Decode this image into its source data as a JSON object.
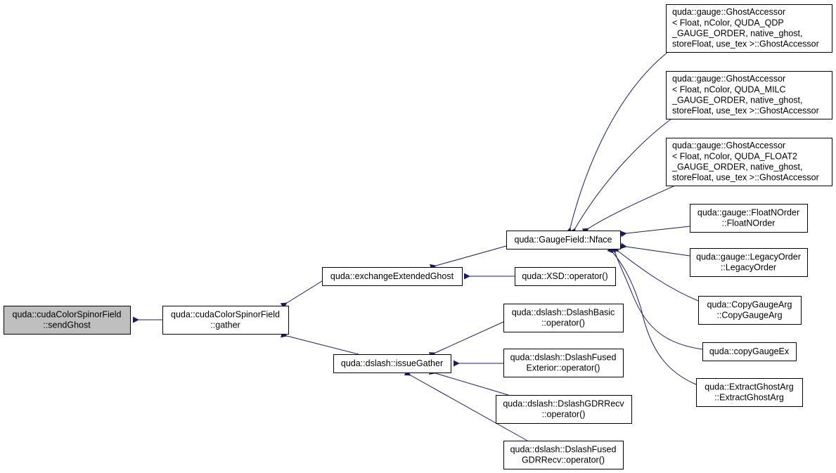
{
  "colors": {
    "edge": "#191970",
    "node_border": "#000000",
    "node_fill": "#ffffff",
    "highlight_fill": "#bfbfbf"
  },
  "nodes": [
    {
      "id": "sendGhost",
      "lines": [
        "quda::cudaColorSpinorField",
        "::sendGhost"
      ],
      "highlight": true
    },
    {
      "id": "gather",
      "lines": [
        "quda::cudaColorSpinorField",
        "::gather"
      ]
    },
    {
      "id": "exchangeExtendedGhost",
      "lines": [
        "quda::exchangeExtendedGhost"
      ]
    },
    {
      "id": "issueGather",
      "lines": [
        "quda::dslash::issueGather"
      ]
    },
    {
      "id": "nface",
      "lines": [
        "quda::GaugeField::Nface"
      ]
    },
    {
      "id": "xsd",
      "lines": [
        "quda::XSD::operator()"
      ]
    },
    {
      "id": "dslashBasic",
      "lines": [
        "quda::dslash::DslashBasic",
        "::operator()"
      ]
    },
    {
      "id": "dslashFusedExterior",
      "lines": [
        "quda::dslash::DslashFused",
        "Exterior::operator()"
      ]
    },
    {
      "id": "dslashGDRRecv",
      "lines": [
        "quda::dslash::DslashGDRRecv",
        "::operator()"
      ]
    },
    {
      "id": "dslashFusedGDRRecv",
      "lines": [
        "quda::dslash::DslashFused",
        "GDRRecv::operator()"
      ]
    },
    {
      "id": "ghostQdp",
      "lines": [
        "quda::gauge::GhostAccessor",
        "< Float, nColor, QUDA_QDP",
        "_GAUGE_ORDER, native_ghost,",
        " storeFloat, use_tex >::GhostAccessor"
      ]
    },
    {
      "id": "ghostMilc",
      "lines": [
        "quda::gauge::GhostAccessor",
        "< Float, nColor, QUDA_MILC",
        "_GAUGE_ORDER, native_ghost,",
        " storeFloat, use_tex >::GhostAccessor"
      ]
    },
    {
      "id": "ghostFloat2",
      "lines": [
        "quda::gauge::GhostAccessor",
        "< Float, nColor, QUDA_FLOAT2",
        "_GAUGE_ORDER, native_ghost,",
        " storeFloat, use_tex >::GhostAccessor"
      ]
    },
    {
      "id": "floatNOrder",
      "lines": [
        "quda::gauge::FloatNOrder",
        "::FloatNOrder"
      ]
    },
    {
      "id": "legacyOrder",
      "lines": [
        "quda::gauge::LegacyOrder",
        "::LegacyOrder"
      ]
    },
    {
      "id": "copyGaugeArg",
      "lines": [
        "quda::CopyGaugeArg",
        "::CopyGaugeArg"
      ]
    },
    {
      "id": "copyGaugeEx",
      "lines": [
        "quda::copyGaugeEx"
      ]
    },
    {
      "id": "extractGhostArg",
      "lines": [
        "quda::ExtractGhostArg",
        "::ExtractGhostArg"
      ]
    }
  ],
  "edges": [
    {
      "from": "gather",
      "to": "sendGhost"
    },
    {
      "from": "exchangeExtendedGhost",
      "to": "gather"
    },
    {
      "from": "issueGather",
      "to": "gather"
    },
    {
      "from": "nface",
      "to": "exchangeExtendedGhost"
    },
    {
      "from": "xsd",
      "to": "exchangeExtendedGhost"
    },
    {
      "from": "dslashBasic",
      "to": "issueGather"
    },
    {
      "from": "dslashFusedExterior",
      "to": "issueGather"
    },
    {
      "from": "dslashGDRRecv",
      "to": "issueGather"
    },
    {
      "from": "dslashFusedGDRRecv",
      "to": "issueGather"
    },
    {
      "from": "ghostQdp",
      "to": "nface"
    },
    {
      "from": "ghostMilc",
      "to": "nface"
    },
    {
      "from": "ghostFloat2",
      "to": "nface"
    },
    {
      "from": "floatNOrder",
      "to": "nface"
    },
    {
      "from": "legacyOrder",
      "to": "nface"
    },
    {
      "from": "copyGaugeArg",
      "to": "nface"
    },
    {
      "from": "copyGaugeEx",
      "to": "nface"
    },
    {
      "from": "extractGhostArg",
      "to": "nface"
    }
  ]
}
